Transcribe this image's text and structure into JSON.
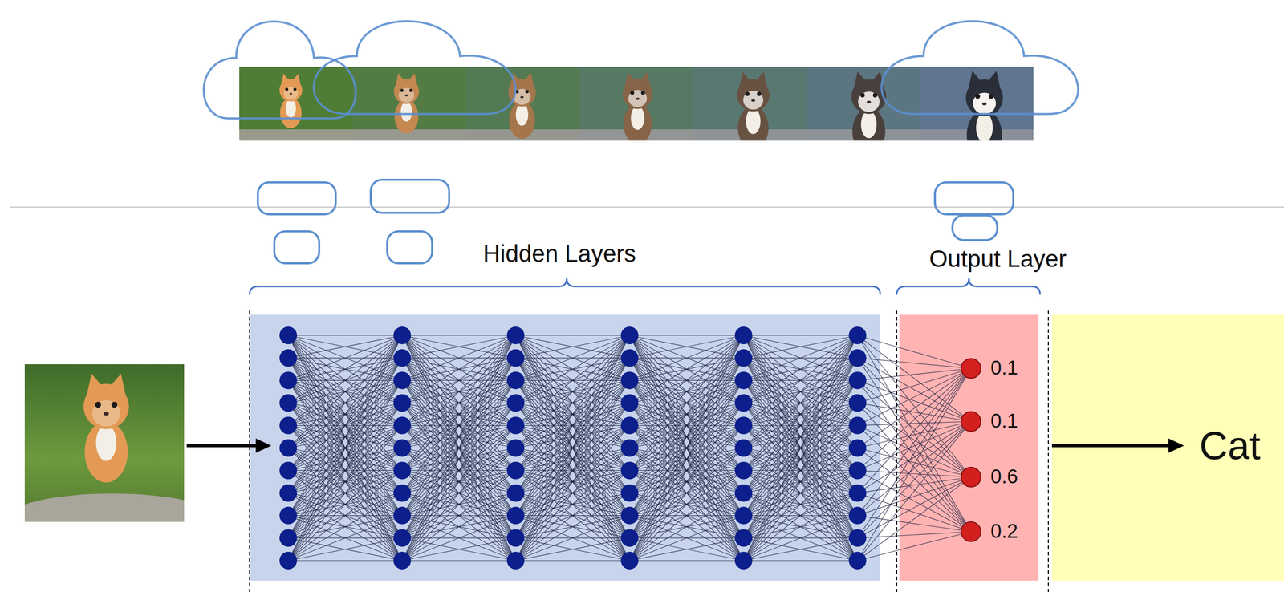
{
  "diagram": {
    "nodes": [
      {
        "text": [
          "Hidden Layers"
        ]
      },
      {
        "text": [
          "Output Layer",
          "0.1",
          "0.1",
          "0.6",
          "0.2"
        ]
      },
      {
        "text": [
          "Cat"
        ]
      }
    ]
  }
}
